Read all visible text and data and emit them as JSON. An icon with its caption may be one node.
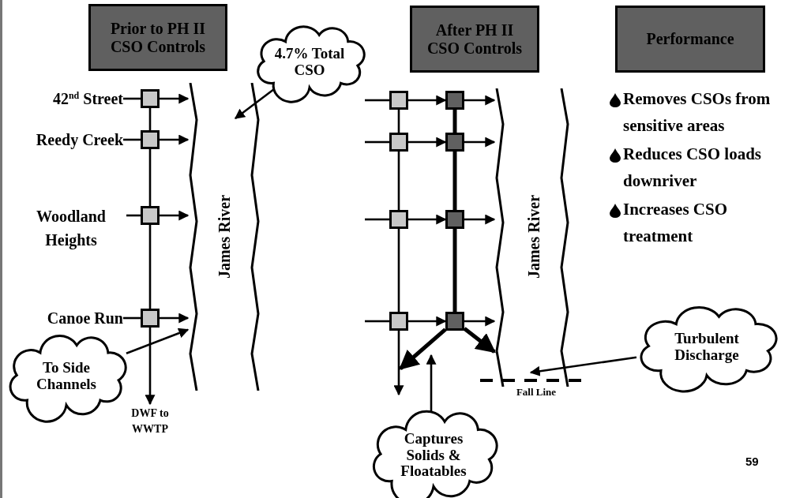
{
  "diagram": {
    "nodes": [
      {
        "text": [
          "Prior to PH II CSO Controls"
        ]
      },
      {
        "text": [
          "4.7% Total CSO"
        ]
      },
      {
        "text": [
          "After PH II CSO Controls"
        ]
      },
      {
        "text": [
          "Performance"
        ]
      },
      {
        "text": [
          "42$^{nd}$ Street"
        ]
      },
      {
        "text": [
          "Reedy Creek"
        ]
      },
      {
        "text": [
          "Woodland Heights"
        ]
      },
      {
        "text": [
          "Canoe Run"
        ]
      },
      {
        "text": [],
        "shape": "box"
      },
      {
        "text": [],
        "shape": "box"
      },
      {
        "text": [],
        "shape": "box"
      },
      {
        "text": [],
        "shape": "box"
      },
      {
        "text": [],
        "shape": "line"
      },
      {
        "text": [
          "To Side Channels"
        ]
      },
      {
        "text": [
          "DWF to WWTP"
        ]
      },
      {
        "text": [],
        "shape": "box"
      },
      {
        "text": [],
        "shape": "box"
      },
      {
        "text": [],
        "shape": "box"
      },
      {
        "text": [],
        "shape": "box"
      },
      {
        "text": [],
        "shape": "box"
      },
      {
        "text": [],
        "shape": "box"
      },
      {
        "text": [],
        "shape": "box"
      },
      {
        "text": [],
        "shape": "box"
      },
      {
        "text": [],
        "shape": "line"
      },
      {
        "text": [
          "Turbulent Discharge"
        ]
      },
      {
        "text": [
          "Captures Solids & Floatables"
        ]
      }
    ],
    "edges": [
      {
        "from": 4,
        "to": 8,
        "arrow": "none"
      },
      {
        "from": 8,
        "to": 12,
        "arrow": "to"
      },
      {
        "from": 5,
        "to": 9,
        "arrow": "none"
      },
      {
        "from": 9,
        "to": 12,
        "arrow": "to"
      },
      {
        "from": 6,
        "to": 10,
        "arrow": "none"
      },
      {
        "from": 10,
        "to": 12,
        "arrow": "to"
      },
      {
        "from": 7,
        "to": 11,
        "arrow": "none"
      },
      {
        "from": 11,
        "to": 12,
        "arrow": "to"
      },
      {
        "from": 8,
        "to": 9,
        "arrow": "none"
      },
      {
        "from": 9,
        "to": 10,
        "arrow": "none"
      },
      {
        "from": 10,
        "to": 11,
        "arrow": "none"
      },
      {
        "from": 11,
        "to": 14,
        "arrow": "to"
      },
      {
        "from": 1,
        "to": null,
        "arrow": "to"
      },
      {
        "from": 13,
        "to": 12,
        "arrow": "to"
      },
      {
        "from": null,
        "to": 15,
        "arrow": "none"
      },
      {
        "from": 15,
        "to": 19,
        "arrow": "to"
      },
      {
        "from": 19,
        "to": 23,
        "arrow": "to"
      },
      {
        "from": null,
        "to": 16,
        "arrow": "none"
      },
      {
        "from": 16,
        "to": 20,
        "arrow": "to"
      },
      {
        "from": 20,
        "to": 23,
        "arrow": "to"
      },
      {
        "from": null,
        "to": 17,
        "arrow": "none"
      },
      {
        "from": 17,
        "to": 21,
        "arrow": "to"
      },
      {
        "from": 21,
        "to": 23,
        "arrow": "to"
      },
      {
        "from": null,
        "to": 18,
        "arrow": "none"
      },
      {
        "from": 18,
        "to": 22,
        "arrow": "to"
      },
      {
        "from": 22,
        "to": 23,
        "arrow": "to"
      },
      {
        "from": 15,
        "to": 16,
        "arrow": "none"
      },
      {
        "from": 16,
        "to": 17,
        "arrow": "none"
      },
      {
        "from": 17,
        "to": 18,
        "arrow": "none"
      },
      {
        "from": 18,
        "to": null,
        "arrow": "to"
      },
      {
        "from": 19,
        "to": 20,
        "arrow": "none",
        "style": "thick"
      },
      {
        "from": 20,
        "to": 21,
        "arrow": "none",
        "style": "thick"
      },
      {
        "from": 21,
        "to": 22,
        "arrow": "none",
        "style": "thick"
      },
      {
        "from": 22,
        "to": null,
        "arrow": "to",
        "style": "thick"
      },
      {
        "from": 22,
        "to": 23,
        "arrow": "to",
        "style": "thick"
      },
      {
        "from": 25,
        "to": null,
        "arrow": "to"
      },
      {
        "from": 24,
        "to": null,
        "arrow": "to"
      }
    ],
    "labels": [
      "James River",
      "James River",
      "Removes CSOs from sensitive areas",
      "Reduces CSO loads downriver",
      "Increases CSO treatment",
      "Fall Line",
      "59"
    ]
  }
}
